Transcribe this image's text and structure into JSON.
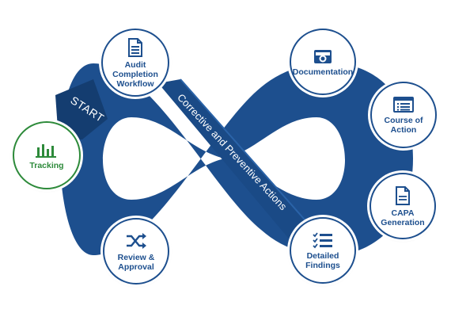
{
  "diagram": {
    "start_label": "START",
    "ribbon_label": "Corrective and Preventive Actions",
    "colors": {
      "ribbon": "#1d4f8e",
      "ribbon_dark": "#143d70",
      "node_border": "#1d4f8e",
      "highlight": "#2d8a3a"
    },
    "nodes": [
      {
        "id": "tracking",
        "label": "Tracking",
        "icon": "bar-chart-icon",
        "highlight": true
      },
      {
        "id": "audit",
        "label": "Audit\nCompletion\nWorkflow",
        "icon": "document-icon",
        "highlight": false
      },
      {
        "id": "documentation",
        "label": "Documentation",
        "icon": "camera-icon",
        "highlight": false
      },
      {
        "id": "course",
        "label": "Course of\nAction",
        "icon": "list-window-icon",
        "highlight": false
      },
      {
        "id": "capa",
        "label": "CAPA\nGeneration",
        "icon": "file-icon",
        "highlight": false
      },
      {
        "id": "findings",
        "label": "Detailed\nFindings",
        "icon": "checklist-icon",
        "highlight": false
      },
      {
        "id": "review",
        "label": "Review &\nApproval",
        "icon": "shuffle-icon",
        "highlight": false
      }
    ]
  }
}
